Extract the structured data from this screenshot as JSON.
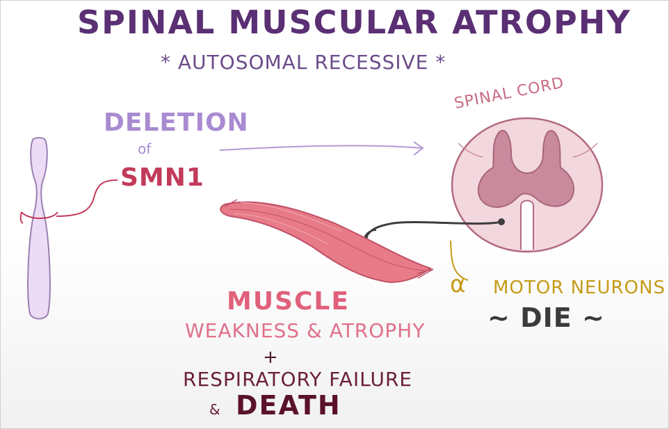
{
  "title": "Spinal Muscular Atrophy",
  "subtitle": "* Autosomal Recessive *",
  "gene": {
    "deletion": "Deletion",
    "of": "of",
    "name": "SMN1"
  },
  "spinal_cord_label": "Spinal cord",
  "neurons": {
    "alpha": "α",
    "label": "Motor neurons",
    "outcome": "~ DIE ~"
  },
  "effects": {
    "muscle": "Muscle",
    "weakness": "Weakness & Atrophy",
    "plus": "+",
    "respiratory": "Respiratory Failure",
    "amp": "&",
    "death": "Death"
  },
  "colors": {
    "title": "#5a2f73",
    "chromosome": "#ecdcf5",
    "gene": "#c23a5a",
    "spinal_cord": "#f3d7de",
    "grey_matter": "#c98a9d",
    "muscle": "#e77b88",
    "neurons": "#c59b17"
  }
}
